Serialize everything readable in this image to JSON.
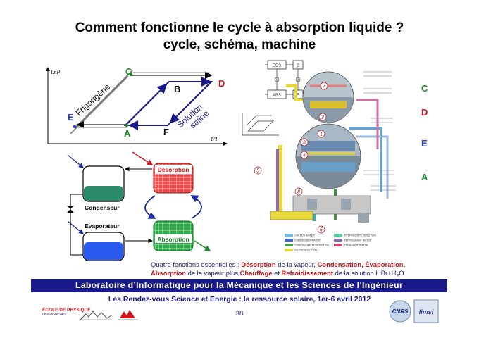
{
  "title": {
    "line1": "Comment fonctionne le cycle à absorption liquide ?",
    "line2": "cycle, schéma, machine"
  },
  "diagram": {
    "y_axis_label": "LnP",
    "x_axis_label": "-1/T",
    "frigorigene": "Frigorigène",
    "solution": "Solution",
    "saline": "saline",
    "points": {
      "C": "C",
      "B": "B",
      "D": "D",
      "E": "E",
      "A": "A",
      "F": "F"
    }
  },
  "schematic": {
    "desorption": "Désorption",
    "absorption": "Absorption",
    "condenseur": "Condenseur",
    "evaporateur": "Evaporateur"
  },
  "machine": {
    "legend": [
      "C",
      "D",
      "E",
      "A"
    ],
    "legend_colors": [
      "#1a8a2a",
      "#d4141c",
      "#2a3ad0",
      "#1a8a2a"
    ],
    "small_labels": {
      "des": "DES",
      "abs": "ABS",
      "c": "C",
      "e": "E"
    },
    "numbers": [
      "1",
      "2",
      "3",
      "4",
      "5",
      "6",
      "7",
      "8"
    ],
    "key": [
      "CHILLED WATER",
      "CONDENSER WATER",
      "CONCENTRATED SOLUTION",
      "DILUTE SOLUTION",
      "INTERMEDIATE SOLUTION",
      "REFRIGERANT WATER",
      "STEAM/HOT WATER"
    ]
  },
  "caption": {
    "p1": "Quatre fonctions essentielles :  ",
    "desorption": "Désorption",
    "p2": " de la vapeur,  ",
    "condensation": "Condensation,",
    "p3": " ",
    "evaporation": "Évaporation,",
    "absorption": "Absorption",
    "p4": " de la vapeur plus ",
    "chauffage": "Chauffage",
    "p5": " et ",
    "refroidissement": "Refroidissement",
    "p6": " de la solution LiBr+H",
    "sub2": "2",
    "p7": "O."
  },
  "banner": "Laboratoire d’Informatique pour la Mécanique et les Sciences de l’Ingénieur",
  "subline": "Les Rendez-vous Science et Energie : la ressource solaire, 1er-6 avril 2012",
  "page_number": "38",
  "logos": {
    "school_line1": "ÉCOLE DE PHYSIQUE",
    "school_line2": "LES HOUCHES",
    "cnrs": "CNRS",
    "limsi": "limsi"
  },
  "colors": {
    "banner": "#1a1a8a",
    "red": "#d4141c",
    "green": "#1a8a2a",
    "blue": "#1a2a9a"
  }
}
